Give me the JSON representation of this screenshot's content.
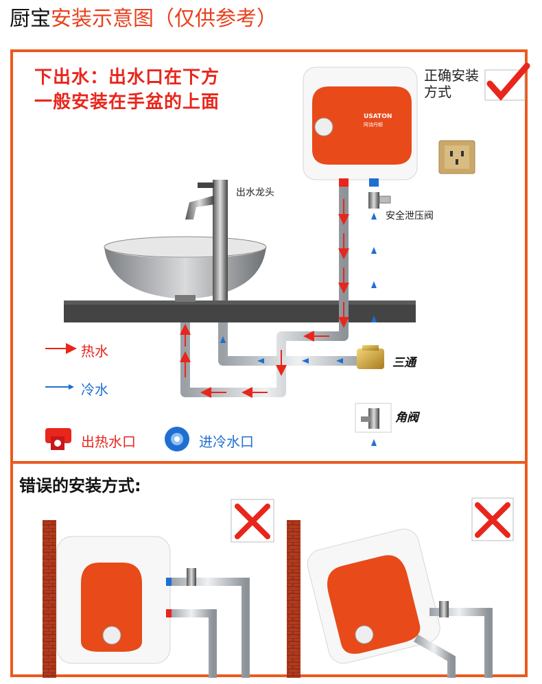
{
  "header": {
    "prefix": "厨宝",
    "title": "安装示意图（仅供参考）"
  },
  "headline": {
    "line1": "下出水：出水口在下方",
    "line2": "一般安装在手盆的上面"
  },
  "correct_label": "正确安装方式",
  "labels": {
    "faucet": "出水龙头",
    "relief_valve": "安全泄压阀",
    "tee": "三通",
    "angle_valve": "角阀"
  },
  "legend": {
    "hot": "热水",
    "cold": "冷水"
  },
  "ports": {
    "hot_out": "出热水口",
    "cold_in": "进冷水口"
  },
  "wrong_title": "错误的安装方式:",
  "brand": {
    "name": "USATON",
    "sub": "阿诗丹顿"
  },
  "colors": {
    "accent": "#ea5a1e",
    "hot": "#e8261c",
    "cold": "#1f6fd2",
    "tank": "#e84a1a"
  }
}
